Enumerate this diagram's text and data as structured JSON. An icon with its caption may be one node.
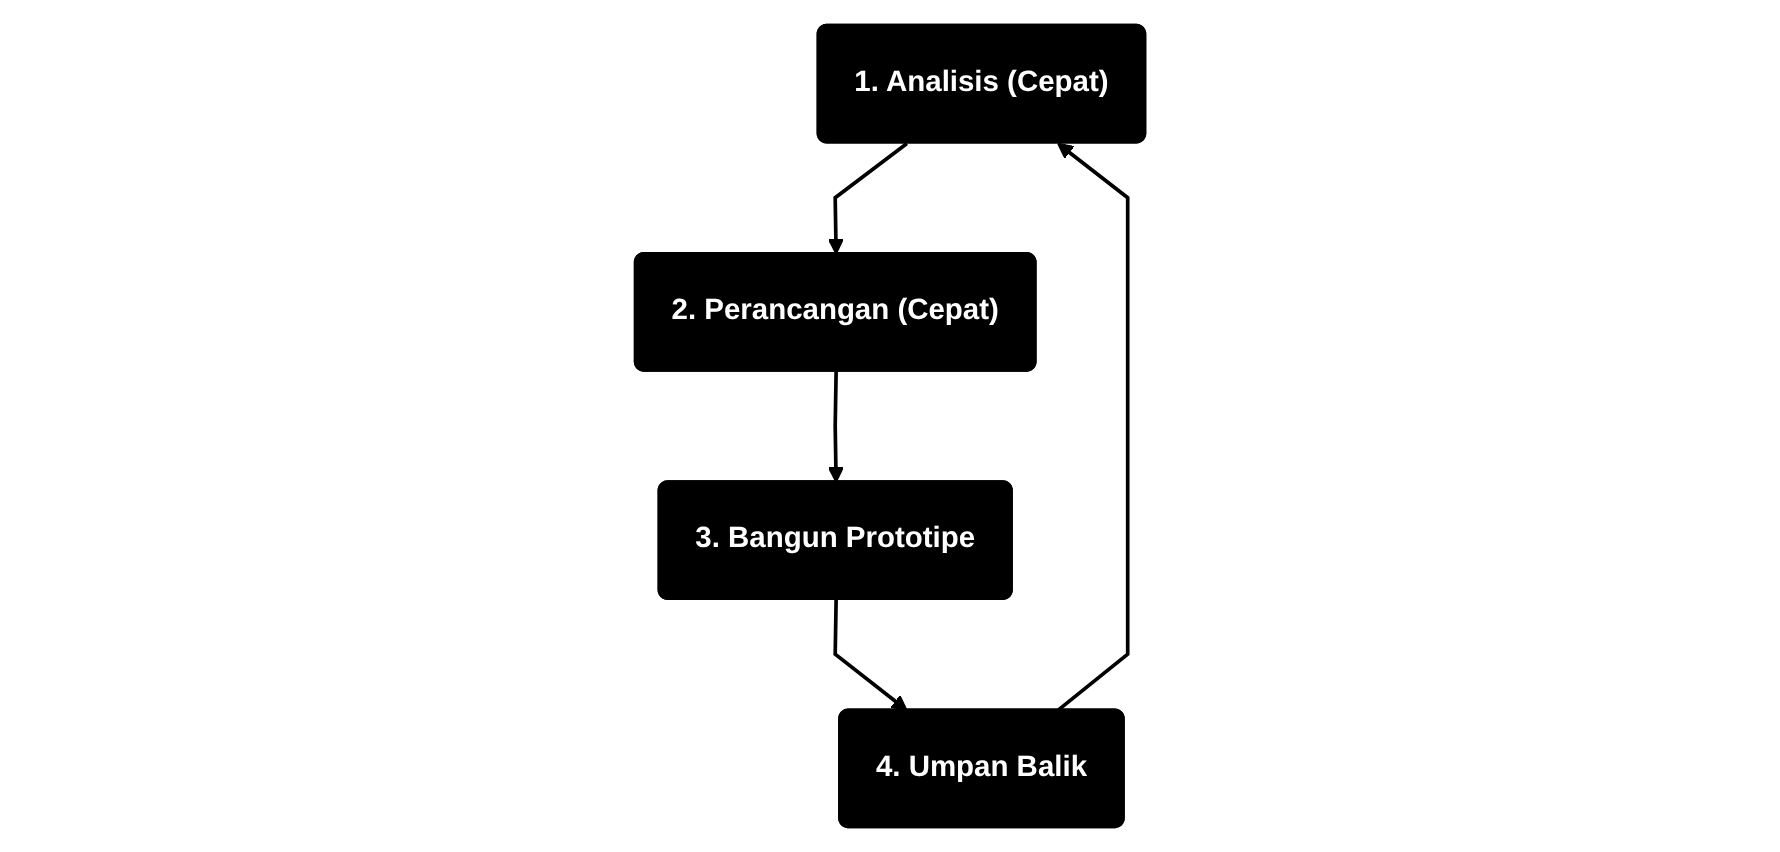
{
  "diagram": {
    "nodes": [
      {
        "text": [
          "1. Analisis (Cepat)"
        ]
      },
      {
        "text": [
          "2. Perancangan (Cepat)"
        ]
      },
      {
        "text": [
          "3. Bangun Prototipe"
        ]
      },
      {
        "text": [
          "4. Umpan Balik"
        ]
      }
    ],
    "edges": [
      {
        "from": 0,
        "to": 1,
        "arrow": "to"
      },
      {
        "from": 1,
        "to": 2,
        "arrow": "to"
      },
      {
        "from": 2,
        "to": 3,
        "arrow": "to"
      },
      {
        "from": 3,
        "to": 0,
        "arrow": "to"
      }
    ]
  }
}
